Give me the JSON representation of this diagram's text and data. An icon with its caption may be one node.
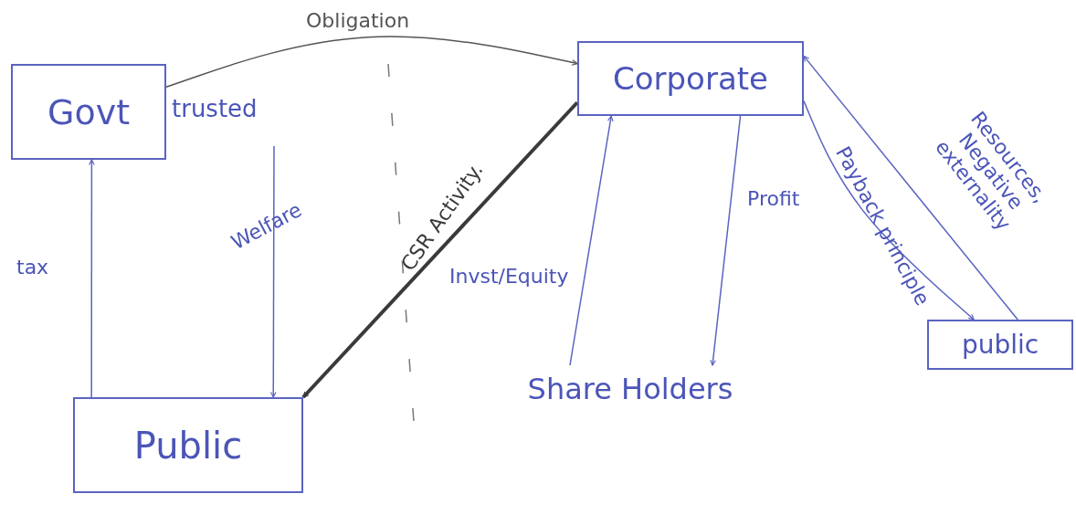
{
  "diagram": {
    "nodes": [
      {
        "text": [
          "Govt"
        ],
        "beside": [
          "trusted"
        ]
      },
      {
        "text": [
          "Public"
        ]
      },
      {
        "text": [
          "Corporate"
        ]
      },
      {
        "text": [
          "Share Holders"
        ]
      },
      {
        "text": [
          "public"
        ]
      }
    ],
    "edges": [
      {
        "from": 0,
        "to": 2,
        "arrow": "to",
        "label": "Obligation",
        "color": "#555555"
      },
      {
        "from": 1,
        "to": 0,
        "arrow": "to",
        "label": "tax"
      },
      {
        "from": null,
        "to": 1,
        "arrow": "to",
        "label": "Welfare"
      },
      {
        "from": 2,
        "to": 1,
        "arrow": "to",
        "label": "CSR Activity.",
        "style": "thick",
        "color": "#3a3a3a"
      },
      {
        "from": 3,
        "to": 2,
        "arrow": "to",
        "label": "Invst/Equity"
      },
      {
        "from": 2,
        "to": 3,
        "arrow": "to",
        "label": "Profit"
      },
      {
        "from": 2,
        "to": 4,
        "arrow": "to",
        "label": "Payback principle"
      },
      {
        "from": 4,
        "to": 2,
        "arrow": "to",
        "label": "Resources, Negative externality"
      }
    ]
  }
}
